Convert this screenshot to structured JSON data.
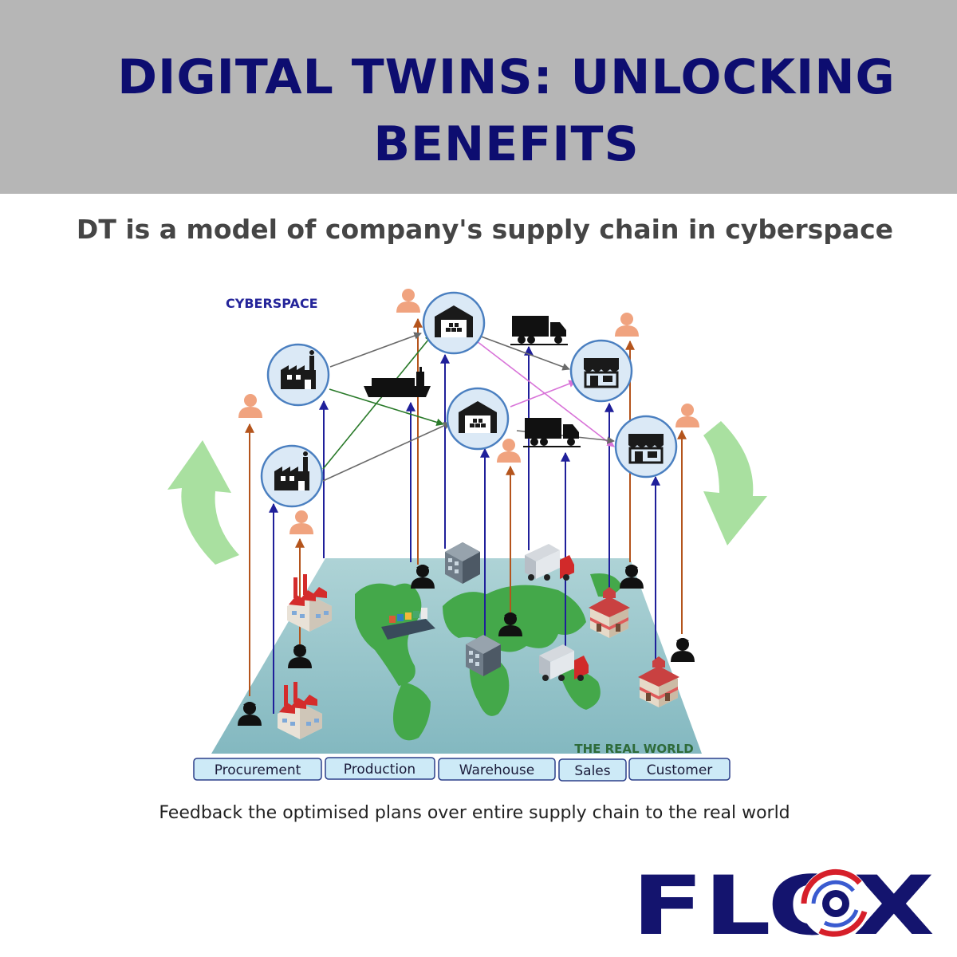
{
  "header": {
    "title": "DIGITAL TWINS: UNLOCKING BENEFITS"
  },
  "subtitle": "DT is a model of company's supply chain in cyberspace",
  "diagram": {
    "cyberspace_label": "CYBERSPACE",
    "real_world_label": "THE REAL WORLD",
    "stages": [
      "Procurement",
      "Production",
      "Warehouse",
      "Sales",
      "Customer"
    ]
  },
  "caption": "Feedback the optimised plans over entire supply chain to the real world",
  "logo": {
    "text": "FLOX"
  },
  "colors": {
    "title": "#0d0d70",
    "header_bg": "#b6b6b6",
    "up_arrow": "#1f1f9a",
    "person_arrow": "#b4541c",
    "person": "#f0a37f",
    "node_fill": "#dbe9f6",
    "node_stroke": "#4a7fc0",
    "cycle_arrow": "#a9e0a0",
    "logo_blue": "#14146e",
    "logo_red": "#d61f2a"
  }
}
